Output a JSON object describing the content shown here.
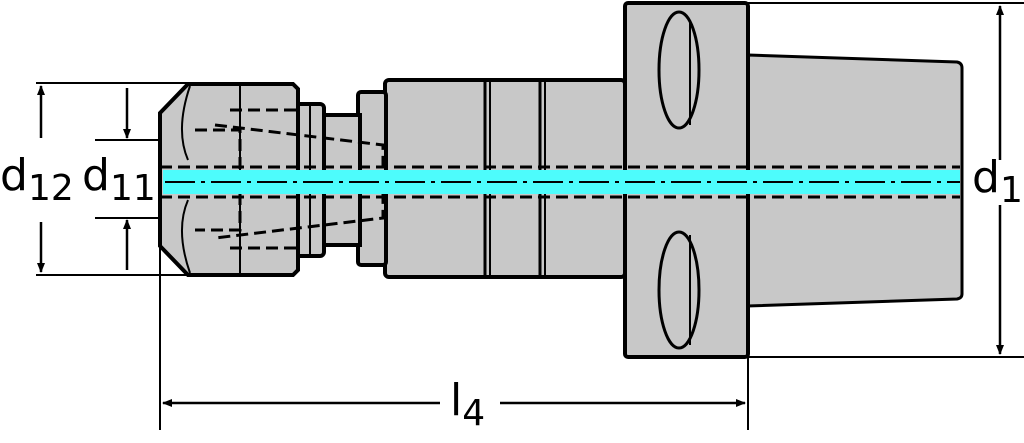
{
  "drawing": {
    "colors": {
      "body": "#c8c8c8",
      "coolant": "#4dfcfc",
      "line": "#000000"
    },
    "dimensions": [
      {
        "id": "d12",
        "symbol": "d",
        "subscript": "12"
      },
      {
        "id": "d11",
        "symbol": "d",
        "subscript": "11"
      },
      {
        "id": "d1",
        "symbol": "d",
        "subscript": "1"
      },
      {
        "id": "l4",
        "symbol": "l",
        "subscript": "4"
      }
    ]
  }
}
